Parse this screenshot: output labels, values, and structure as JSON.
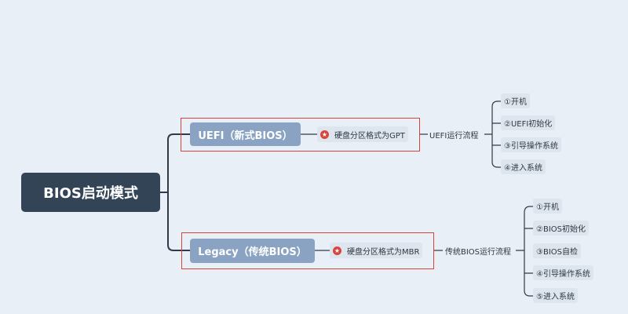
{
  "root": {
    "label": "BIOS启动模式"
  },
  "uefi": {
    "title": "UEFI（新式BIOS）",
    "partition": "硬盘分区格式为GPT",
    "flow_label": "UEFI运行流程",
    "steps": [
      "①开机",
      "②UEFI初始化",
      "③引导操作系统",
      "④进入系统"
    ]
  },
  "legacy": {
    "title": "Legacy（传统BIOS）",
    "partition": "硬盘分区格式为MBR",
    "flow_label": "传统BIOS运行流程",
    "steps": [
      "①开机",
      "②BIOS初始化",
      "③BIOS自检",
      "④引导操作系统",
      "⑤进入系统"
    ]
  },
  "colors": {
    "background": "#e8eff6",
    "root": "#344457",
    "branch": "#8aa3c3",
    "highlight": "#d9433b",
    "connector": "#2f3a4a"
  },
  "icons": {
    "priority": "star-marker-icon"
  }
}
